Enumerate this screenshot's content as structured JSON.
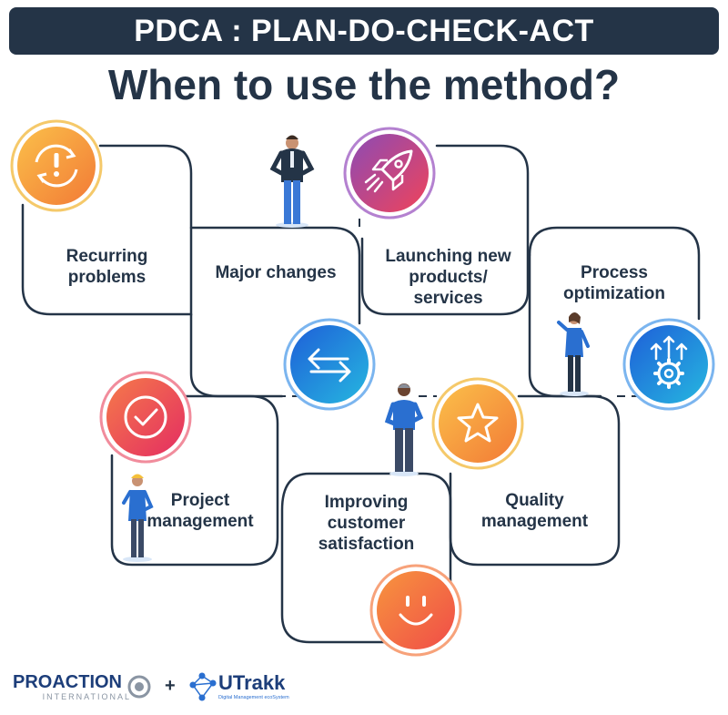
{
  "header": {
    "banner": "PDCA : PLAN-DO-CHECK-ACT",
    "title": "When to use the method?"
  },
  "items": [
    {
      "label": "Recurring problems",
      "icon": "alert-cycle-icon",
      "color": "#f5a33d"
    },
    {
      "label": "Major changes",
      "icon": "exchange-arrows-icon",
      "color": "#2a7de1"
    },
    {
      "label": "Launching new products/ services",
      "icon": "rocket-icon",
      "color": "#e8425a"
    },
    {
      "label": "Process optimization",
      "icon": "gear-arrows-icon",
      "color": "#2a7de1"
    },
    {
      "label": "Project management",
      "icon": "checkmark-icon",
      "color": "#e8425a"
    },
    {
      "label": "Improving customer satisfaction",
      "icon": "smiley-icon",
      "color": "#f5603a"
    },
    {
      "label": "Quality management",
      "icon": "star-icon",
      "color": "#f5a33d"
    }
  ],
  "footer": {
    "brand1": "PROACTION",
    "brand1_sub": "INTERNATIONAL",
    "plus": "+",
    "brand2": "UTrakk",
    "brand2_sub": "Digital Management ecoSystem"
  },
  "colors": {
    "navy": "#243447",
    "blue": "#2a7de1",
    "orange": "#f5a33d",
    "red": "#e8425a"
  }
}
